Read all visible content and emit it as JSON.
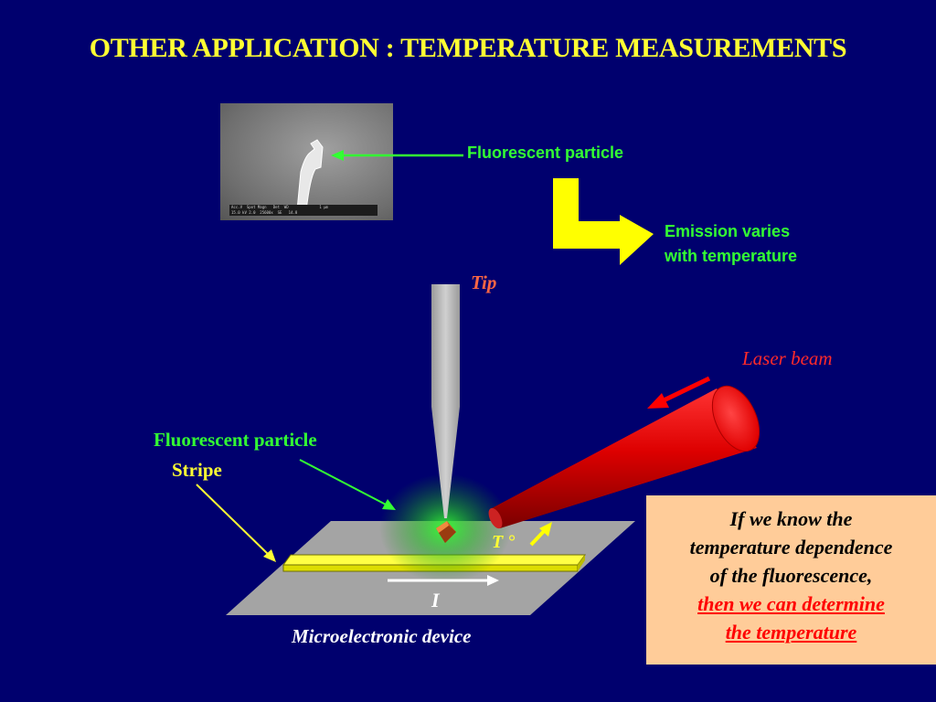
{
  "title": "OTHER APPLICATION : TEMPERATURE MEASUREMENTS",
  "sem_image": {
    "scale_bar": "Acc.V  Spot Magn   Det  WD              1 µm\n15.0 kV 2.0  25600x  SE   14.8"
  },
  "labels": {
    "fluorescent_particle_top": "Fluorescent particle",
    "emission_line1": "Emission varies",
    "emission_line2": "with temperature",
    "tip": "Tip",
    "laser_beam": "Laser beam",
    "fluorescent_particle_mid": "Fluorescent particle",
    "stripe": "Stripe",
    "temperature": "T °",
    "current": "I",
    "device": "Microelectronic device"
  },
  "info_box": {
    "line1": "If we know the",
    "line2": "temperature dependence",
    "line3": "of the fluorescence,",
    "line4": "then we can determine",
    "line5": "the temperature"
  },
  "colors": {
    "background": "#00006e",
    "title": "#ffff33",
    "green_label": "#33ff33",
    "laser": "#ff0000",
    "info_box": "#ffcc99"
  }
}
